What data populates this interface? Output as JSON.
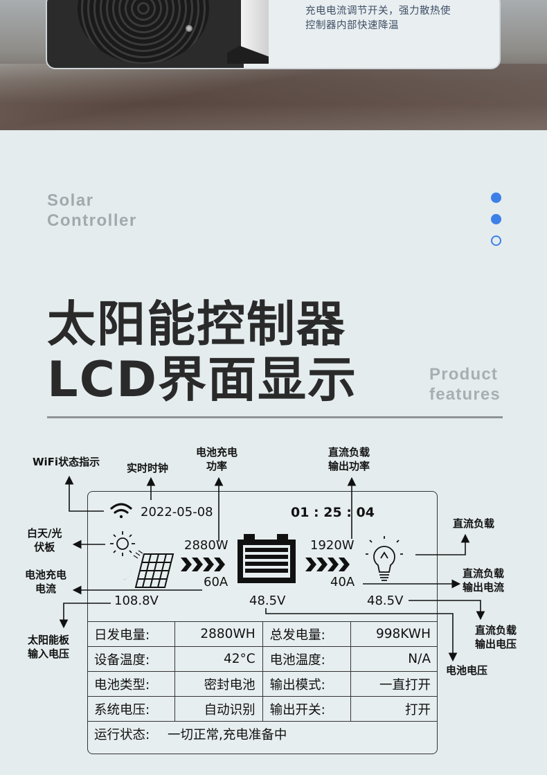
{
  "banner": {
    "description_line1": "充电电流调节开关，强力散热使",
    "description_line2": "控制器内部快速降温"
  },
  "header": {
    "en_line1": "Solar",
    "en_line2": "Controller",
    "title_line1": "太阳能控制器",
    "title_line2": "LCD界面显示",
    "product_line1": "Product",
    "product_line2": "features",
    "accent_color": "#3d7fe8"
  },
  "callouts": {
    "wifi": "WiFi状态指示",
    "clock": "实时时钟",
    "charge_power_1": "电池充电",
    "charge_power_2": "功率",
    "dc_power_1": "直流负载",
    "dc_power_2": "输出功率",
    "day_night_1": "白天/光",
    "day_night_2": "伏板",
    "charge_current_1": "电池充电",
    "charge_current_2": "电流",
    "dc_load": "直流负载",
    "dc_current_1": "直流负载",
    "dc_current_2": "输出电流",
    "dc_voltage_1": "直流负载",
    "dc_voltage_2": "输出电压",
    "pv_voltage_1": "太阳能板",
    "pv_voltage_2": "输入电压",
    "battery_voltage": "电池电压"
  },
  "lcd": {
    "date": "2022-05-08",
    "time": "01 : 25 : 04",
    "charge_power": "2880W",
    "charge_current": "60A",
    "pv_voltage": "108.8V",
    "battery_voltage": "48.5V",
    "load_power": "1920W",
    "load_current": "40A",
    "load_voltage": "48.5V",
    "icons": [
      "wifi-icon",
      "sun-icon",
      "moon-icon",
      "solar-panel-icon",
      "battery-icon",
      "bulb-icon",
      "chevron-arrows-icon"
    ]
  },
  "stats": [
    {
      "k1": "日发电量:",
      "v1": "2880WH",
      "k2": "总发电量:",
      "v2": "998KWH"
    },
    {
      "k1": "设备温度:",
      "v1": "42°C",
      "k2": "电池温度:",
      "v2": "N/A"
    },
    {
      "k1": "电池类型:",
      "v1": "密封电池",
      "k2": "输出模式:",
      "v2": "一直打开"
    },
    {
      "k1": "系统电压:",
      "v1": "自动识别",
      "k2": "输出开关:",
      "v2": "打开"
    }
  ],
  "status": {
    "label": "运行状态:",
    "value": "一切正常,充电准备中"
  }
}
